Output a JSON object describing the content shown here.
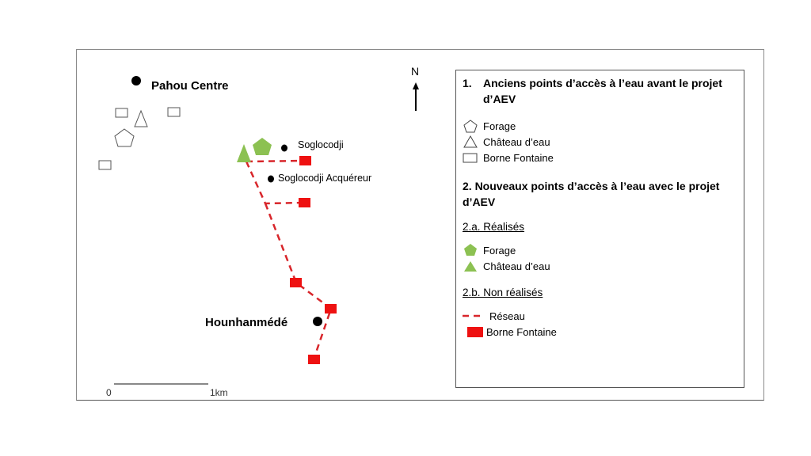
{
  "map": {
    "places": {
      "pahou_centre": "Pahou Centre",
      "soglocodji": "Soglocodji",
      "soglocodji_acquereur": "Soglocodji Acquéreur",
      "hounhanmede": "Hounhanmédé"
    },
    "north_label": "N",
    "scale": {
      "start": "0",
      "end": "1km"
    },
    "colors": {
      "new_green": "#8cc152",
      "network_red": "#d8262b",
      "fountain_red": "#ee1111",
      "old_outline": "#555555"
    }
  },
  "legend": {
    "section1": {
      "number": "1.",
      "title": "Anciens points d’accès à l’eau avant le projet d’AEV",
      "items": [
        {
          "icon": "pentagon-outline-icon",
          "label": "Forage"
        },
        {
          "icon": "triangle-outline-icon",
          "label": "Château d’eau"
        },
        {
          "icon": "rectangle-outline-icon",
          "label": "Borne Fontaine"
        }
      ]
    },
    "section2": {
      "title": "2. Nouveaux points d’accès à l’eau avec le projet d’AEV",
      "realised": {
        "title": "2.a. Réalisés",
        "items": [
          {
            "icon": "pentagon-green-icon",
            "label": "Forage"
          },
          {
            "icon": "triangle-green-icon",
            "label": "Château d’eau"
          }
        ]
      },
      "not_realised": {
        "title": "2.b. Non réalisés",
        "items": [
          {
            "icon": "dashed-line-red-icon",
            "label": "Réseau"
          },
          {
            "icon": "square-red-icon",
            "label": "Borne Fontaine"
          }
        ]
      }
    }
  }
}
